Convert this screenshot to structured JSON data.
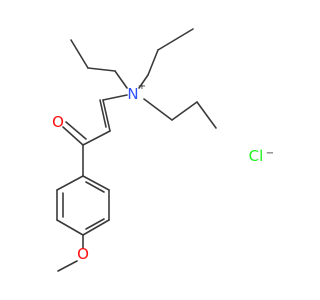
{
  "molecule": {
    "atoms": {
      "oxygen_carbonyl": "O",
      "nitrogen": "N",
      "nitrogen_charge": "+",
      "oxygen_methoxy": "O",
      "chloride": "Cl",
      "chloride_charge": "−"
    },
    "colors": {
      "bond": "#3a3a3a",
      "oxygen": "#ff0d0d",
      "nitrogen": "#3050f8",
      "chlorine": "#1ff01f"
    }
  }
}
